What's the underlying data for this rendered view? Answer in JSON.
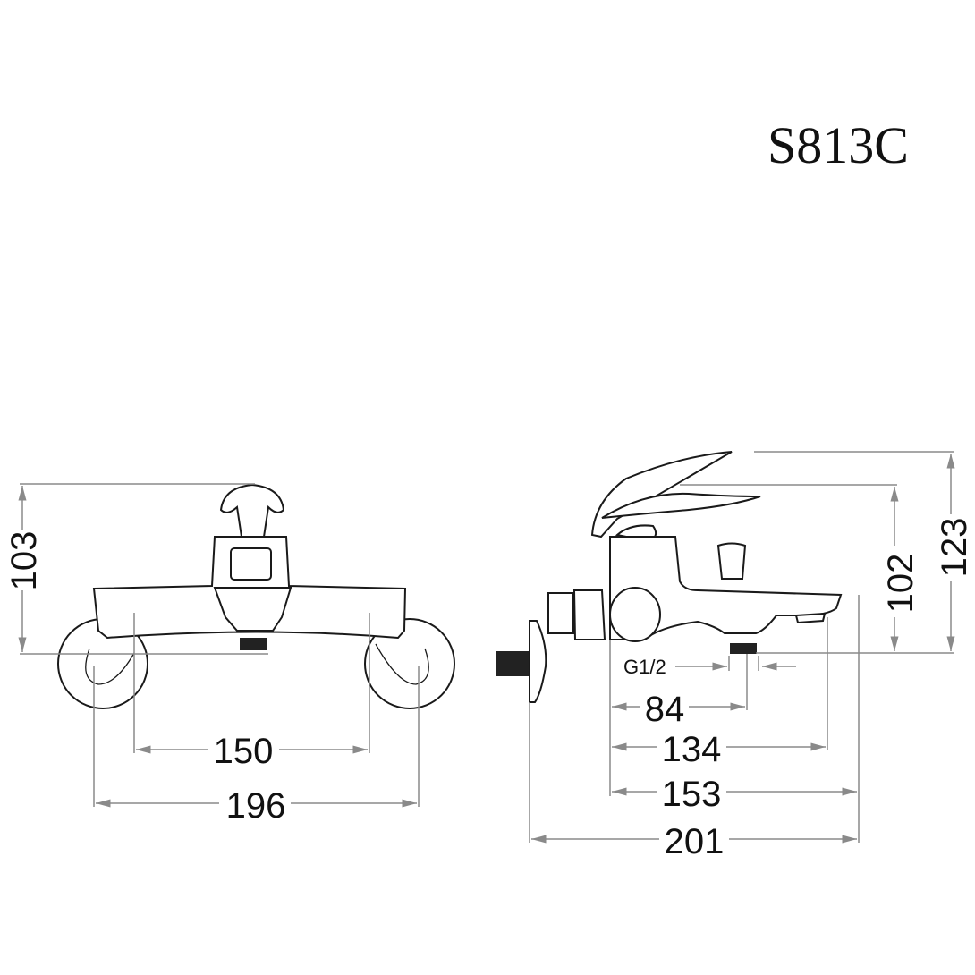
{
  "model": "S813C",
  "front_view": {
    "height_label": "103",
    "inner_width_label": "150",
    "outer_width_label": "196"
  },
  "side_view": {
    "handle_height_label": "123",
    "body_height_label": "102",
    "thread_label": "G1/2",
    "outlet_depth_label": "84",
    "spout_tip_label": "134",
    "spout_length_label": "153",
    "total_depth_label": "201"
  }
}
